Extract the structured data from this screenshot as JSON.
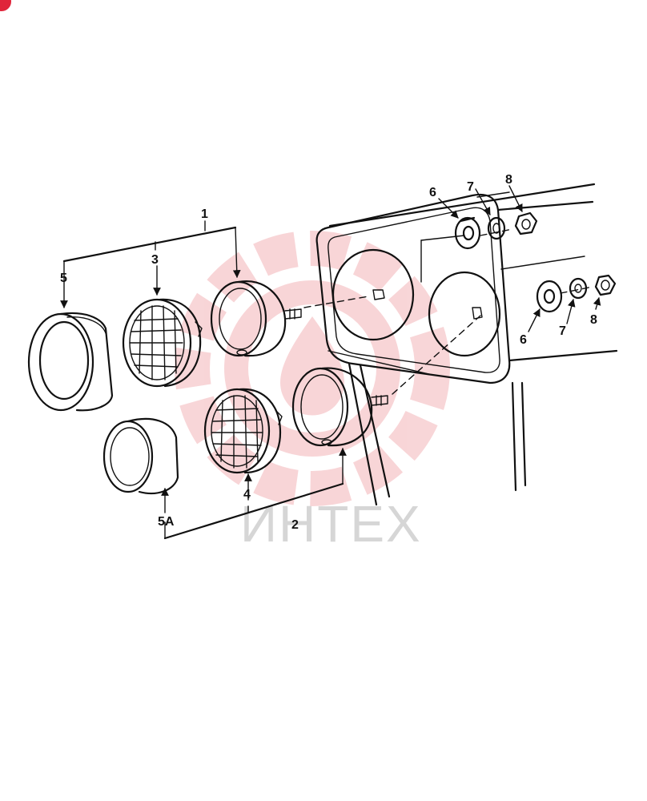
{
  "colors": {
    "line": "#111111",
    "watermark_red": "#f3b4b8",
    "watermark_text": "#d6d6d6",
    "badge": "#e0243a"
  },
  "watermark": {
    "text": "ИНТЕХ"
  },
  "callouts": {
    "c1": "1",
    "c2": "2",
    "c3": "3",
    "c4": "4",
    "c5": "5",
    "c5a": "5A",
    "c6_top": "6",
    "c7_top": "7",
    "c8_top": "8",
    "c6_bottom": "6",
    "c7_bottom": "7",
    "c8_bottom": "8"
  }
}
